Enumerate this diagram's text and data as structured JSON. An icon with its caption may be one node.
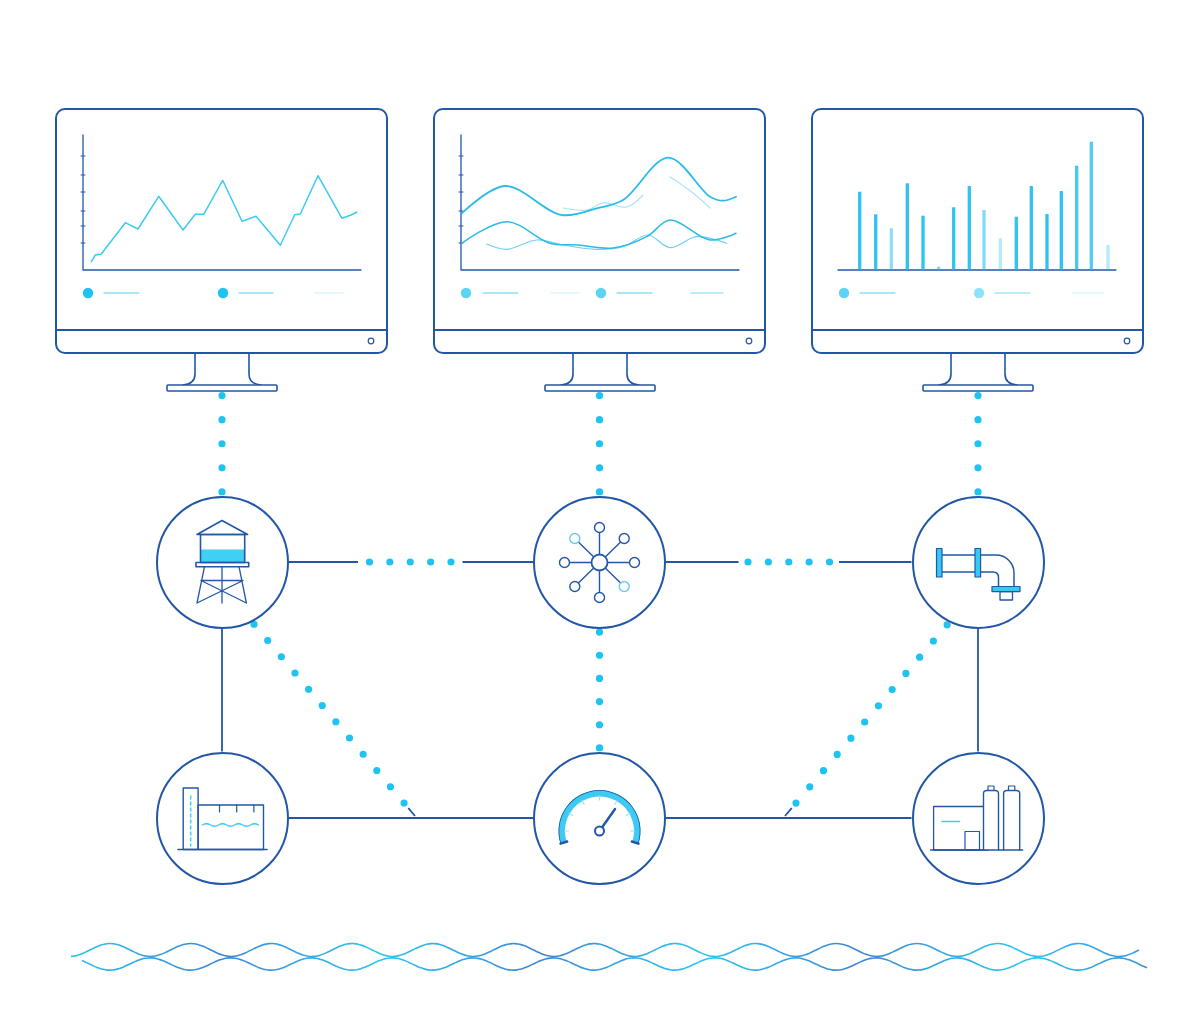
{
  "diagram": {
    "nodes": [
      {
        "text": [],
        "shape": "picture"
      },
      {
        "text": [],
        "shape": "picture"
      },
      {
        "text": [],
        "shape": "picture"
      },
      {
        "text": [],
        "shape": "circle"
      },
      {
        "text": [],
        "shape": "circle"
      },
      {
        "text": [],
        "shape": "circle"
      },
      {
        "text": [],
        "shape": "circle"
      },
      {
        "text": [],
        "shape": "circle"
      },
      {
        "text": [],
        "shape": "circle"
      }
    ],
    "edges": [
      {
        "from": 0,
        "to": 3,
        "arrow": "none",
        "style": "dashed"
      },
      {
        "from": 1,
        "to": 4,
        "arrow": "none",
        "style": "dashed"
      },
      {
        "from": 2,
        "to": 5,
        "arrow": "none",
        "style": "dashed"
      },
      {
        "from": 3,
        "to": 4,
        "arrow": "none",
        "style": "dashed"
      },
      {
        "from": 4,
        "to": 5,
        "arrow": "none",
        "style": "dashed"
      },
      {
        "from": 3,
        "to": 6,
        "arrow": "none",
        "color": "#2157a6"
      },
      {
        "from": 4,
        "to": 7,
        "arrow": "none",
        "style": "dashed"
      },
      {
        "from": 5,
        "to": 8,
        "arrow": "none",
        "color": "#2157a6"
      },
      {
        "from": 3,
        "to": null,
        "arrow": "none",
        "style": "dashed"
      },
      {
        "from": 5,
        "to": null,
        "arrow": "none",
        "style": "dashed"
      },
      {
        "from": 6,
        "to": 7,
        "arrow": "none",
        "color": "#2157a6"
      },
      {
        "from": 7,
        "to": 8,
        "arrow": "none",
        "color": "#2157a6"
      }
    ]
  }
}
